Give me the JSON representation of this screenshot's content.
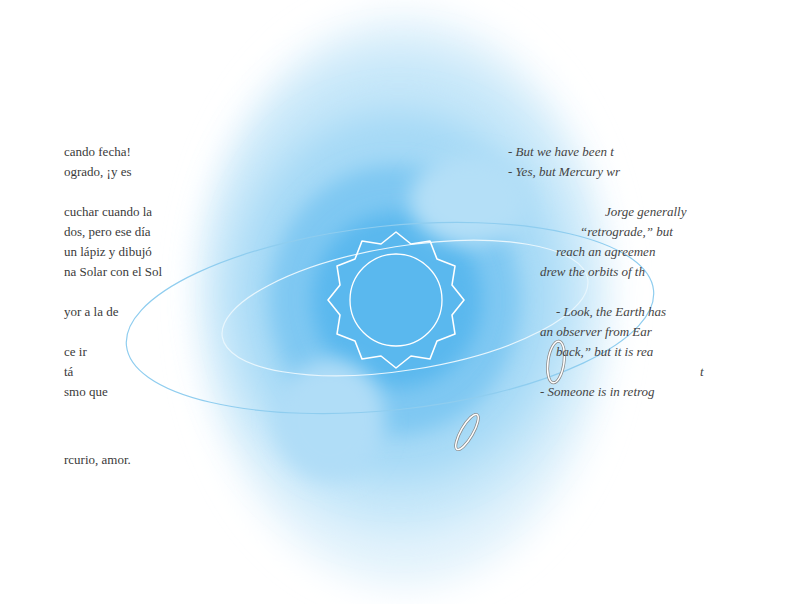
{
  "diagram": {
    "labels": [
      "cando fecha!",
      "ogrado, ¡y es",
      "cuchar cuando la",
      "dos, pero ese día",
      "un lápiz y dibujó",
      "na Solar con el Sol",
      "yor a la de",
      "ce ir",
      "tá",
      "smo que",
      "rcurio, amor.",
      "- But we have been t",
      "- Yes, but Mercury wr",
      "Jorge generally",
      "“retrograde,” but",
      "reach an agreemen",
      "drew the orbits of th",
      "- Look, the Earth has",
      "an observer from Ear",
      "back,” but it is rea",
      "t",
      "- Someone is in retrog"
    ]
  }
}
